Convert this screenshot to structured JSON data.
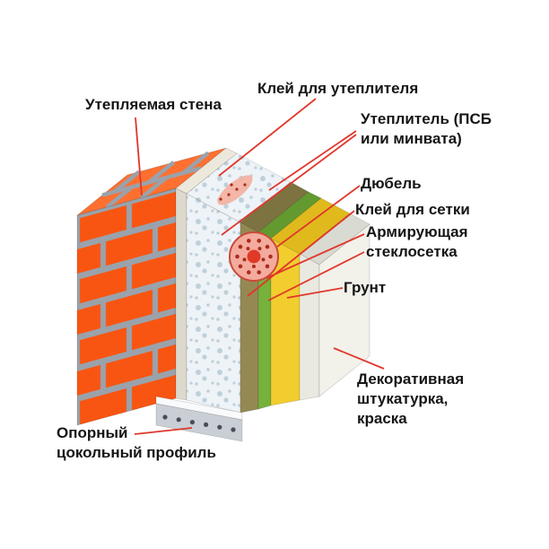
{
  "labels": {
    "insulated_wall": "Утепляемая стена",
    "insulation_glue": "Клей для утеплителя",
    "insulation": [
      "Утеплитель (ПСБ",
      "или минвата)"
    ],
    "dowel": "Дюбель",
    "mesh_glue": "Клей для сетки",
    "mesh": [
      "Армирующая",
      "стеклосетка"
    ],
    "primer": "Грунт",
    "plaster": [
      "Декоративная",
      "штукатурка,",
      "краска"
    ],
    "base_profile": [
      "Опорный",
      "цокольный профиль"
    ]
  },
  "colors": {
    "bg": "#ffffff",
    "text": "#151515",
    "leader": "#e0362b",
    "brick_front": "#f95512",
    "brick_top": "#ff7030",
    "mortar": "#9aa2ab",
    "glue_front": "#ddd9cc",
    "glue_top": "#ece8dc",
    "foam": "#eef3f7",
    "foam_dot": "#bfd0da",
    "mesh_glue_front": "#948953",
    "mesh_glue_top": "#7d7340",
    "mesh_front": "#76b13c",
    "mesh_top": "#639a2f",
    "primer_front": "#f2cd2e",
    "primer_top": "#e0ba1d",
    "plaster_front": "#e9e9e0",
    "plaster_top": "#d9dad1",
    "plaster_face": "#f2f1ea",
    "profile_top": "#f8fafb",
    "profile_front": "#c9cfd5",
    "profile_hole": "#4a4f55",
    "dowel_plate": "#f4ab9e",
    "dowel_ring": "#c94a38",
    "dowel_dot": "#aa2c1c",
    "dowel_center": "#e03a27",
    "glue_dab": "#f2b2a2"
  }
}
